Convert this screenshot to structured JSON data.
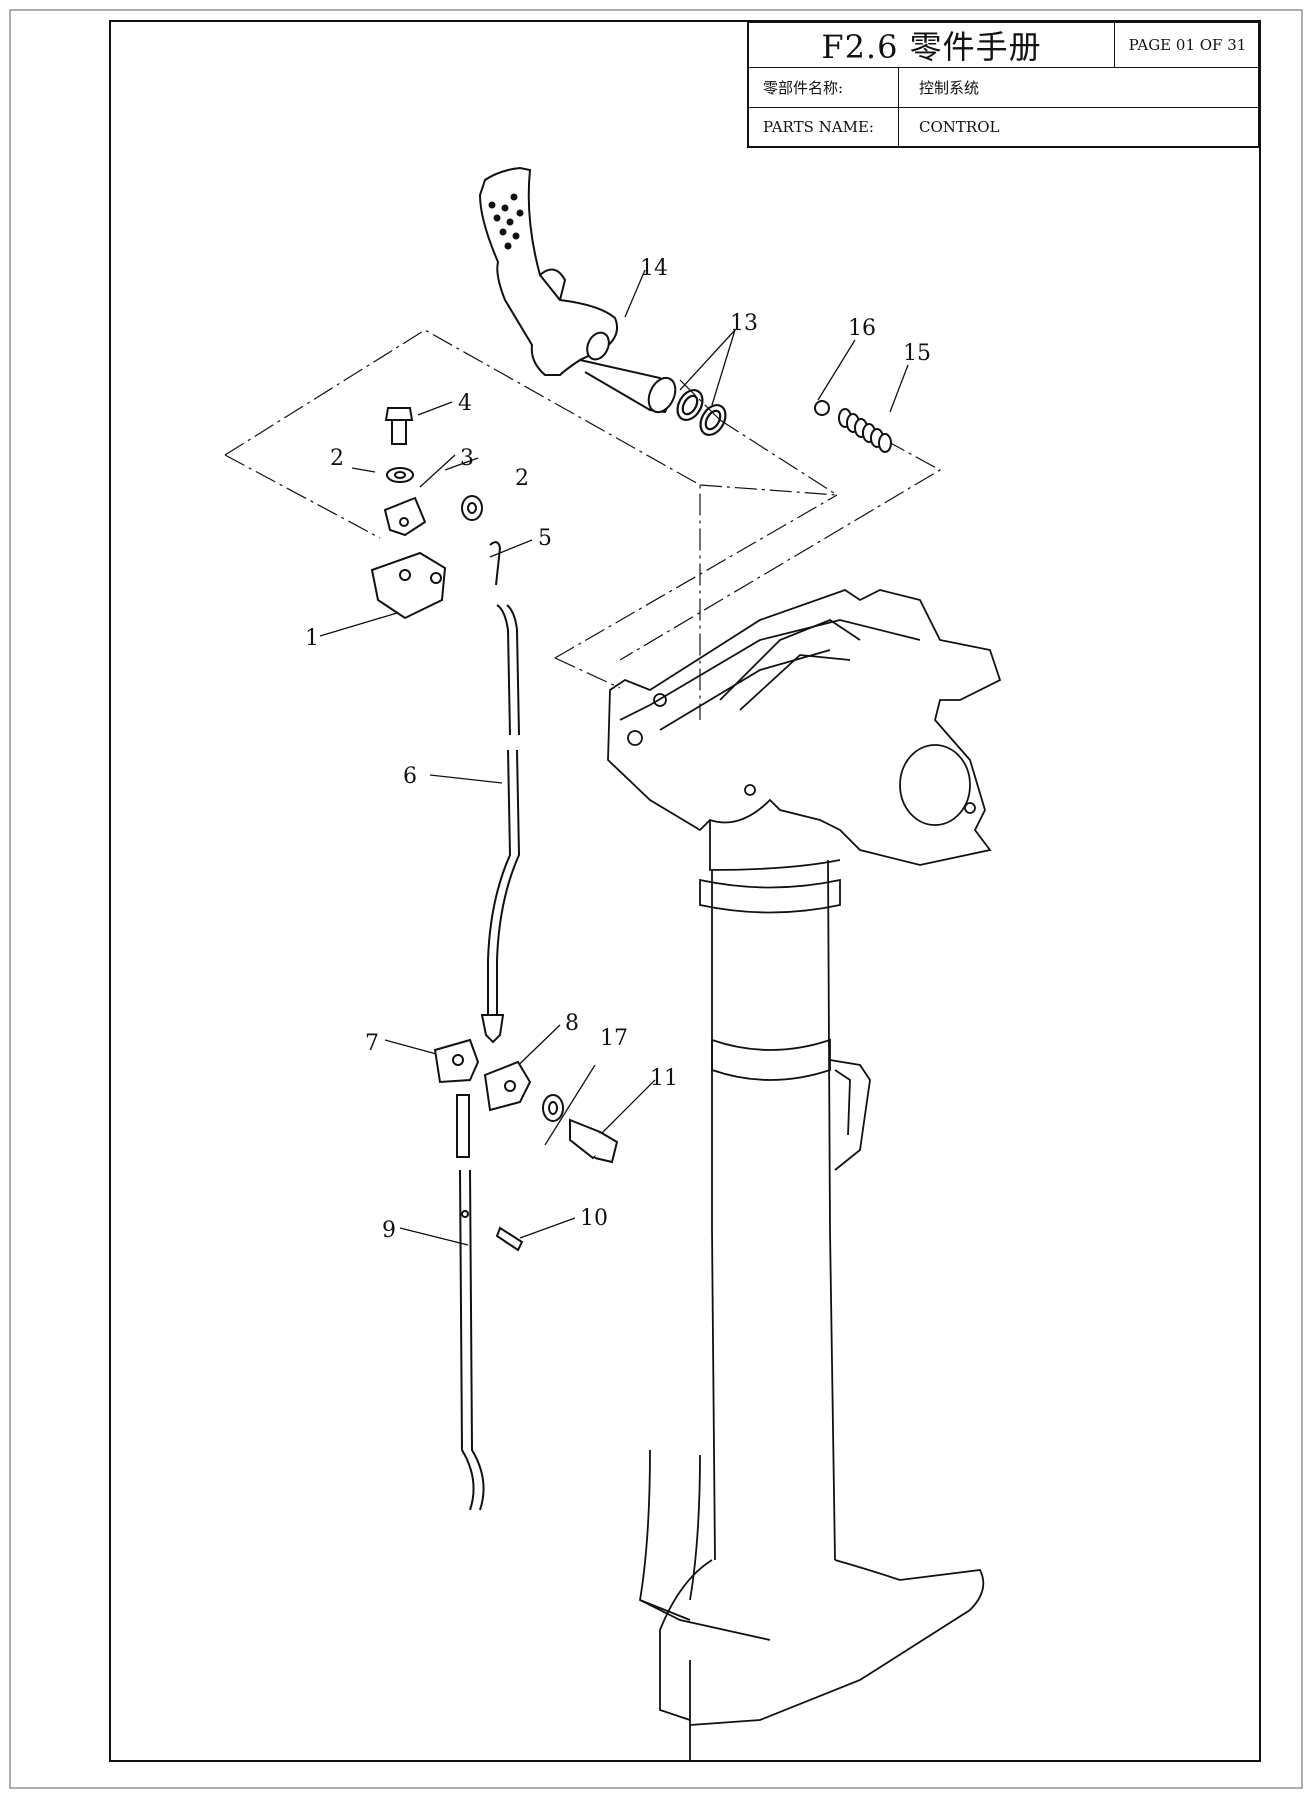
{
  "title_block": {
    "title": "F2.6 零件手册",
    "page": "PAGE 01 OF 31",
    "name_label_cn": "零部件名称:",
    "name_value_cn": "控制系统",
    "name_label_en": "PARTS NAME:",
    "name_value_en": "CONTROL"
  },
  "callouts": {
    "c1": "1",
    "c2a": "2",
    "c2b": "2",
    "c3": "3",
    "c4": "4",
    "c5": "5",
    "c6": "6",
    "c7": "7",
    "c8": "8",
    "c9": "9",
    "c10": "10",
    "c11": "11",
    "c13": "13",
    "c14": "14",
    "c15": "15",
    "c16": "16",
    "c17": "17"
  }
}
